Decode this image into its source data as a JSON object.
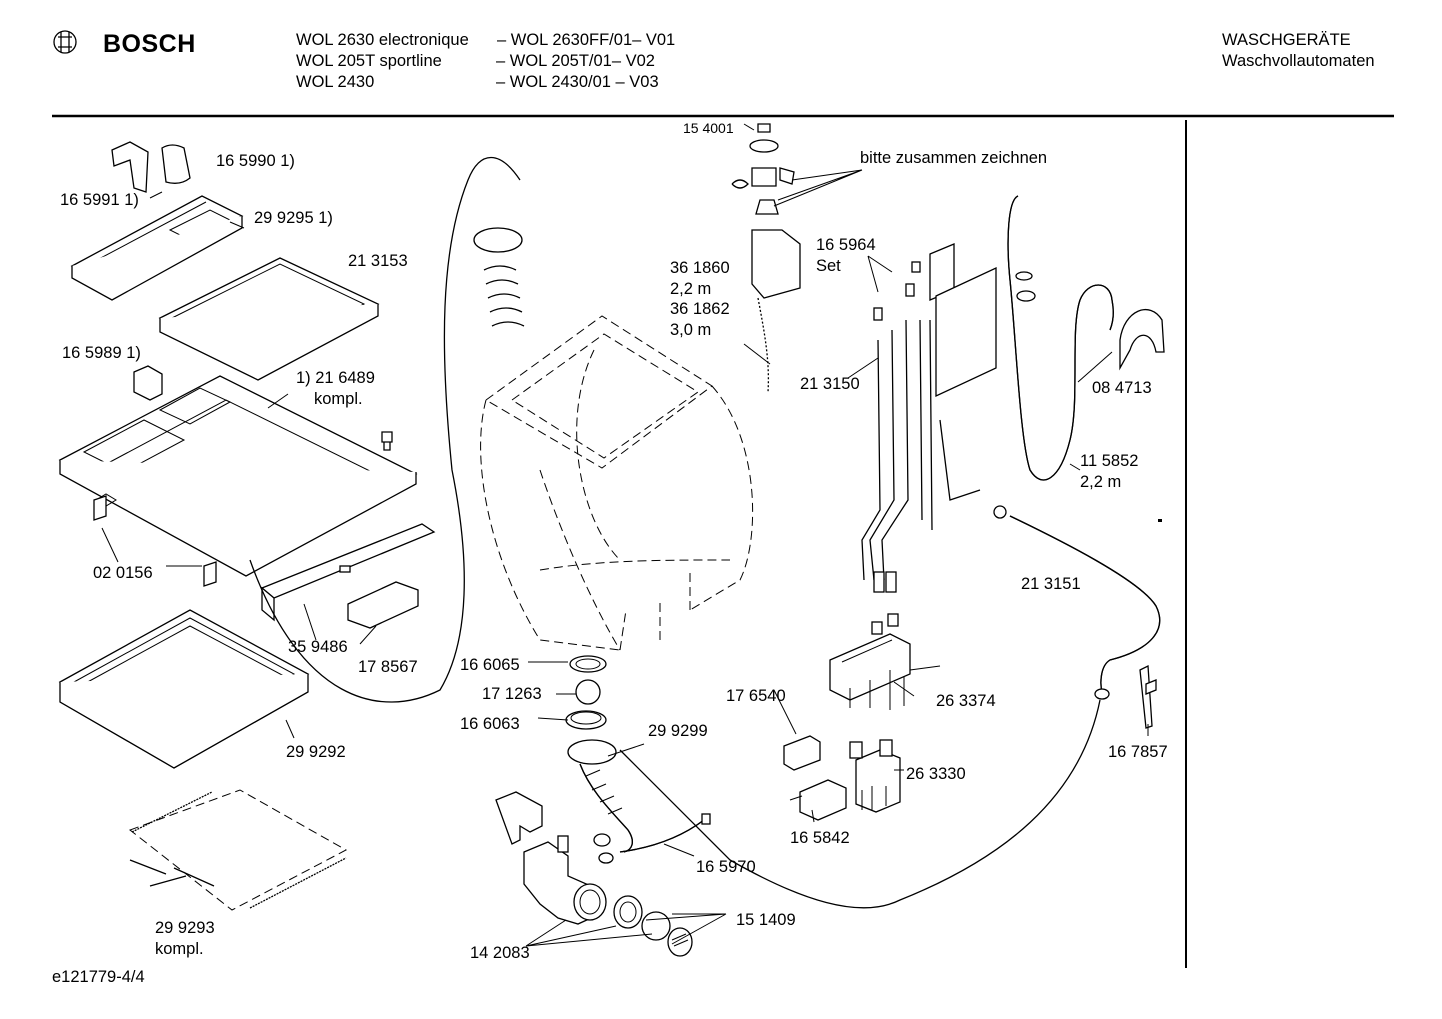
{
  "header": {
    "brand": "BOSCH",
    "models": [
      {
        "name": "WOL 2630 electronique",
        "code": "– WOL 2630FF/01– V01"
      },
      {
        "name": "WOL 205T sportline",
        "code": "– WOL 205T/01– V02"
      },
      {
        "name": "WOL 2430",
        "code": "– WOL 2430/01 – V03"
      }
    ],
    "category": "WASCHGERÄTE",
    "subcategory": "Waschvollautomaten"
  },
  "parts": {
    "p165990": "16 5990 1)",
    "p165991": "16 5991 1)",
    "p299295": "29 9295 1)",
    "p213153": "21 3153",
    "p165989": "16 5989 1)",
    "p216489": "1) 21 6489",
    "p216489_b": "kompl.",
    "p020156": "02 0156",
    "p359486": "35 9486",
    "p178567": "17 8567",
    "p299292": "29 9292",
    "p299293": "29 9293",
    "p299293_b": "kompl.",
    "p154001": "15 4001",
    "note": "bitte zusammen zeichnen",
    "p361860": "36 1860",
    "len1": "2,2 m",
    "p361862": "36 1862",
    "len2": "3,0 m",
    "p165964": "16 5964",
    "set": "Set",
    "p213150": "21 3150",
    "p084713": "08 4713",
    "p115852": "11 5852",
    "len3": "2,2 m",
    "p213151": "21 3151",
    "p166065": "16 6065",
    "p171263": "17 1263",
    "p166063": "16 6063",
    "p299299": "29 9299",
    "p176540": "17 6540",
    "p263374": "26 3374",
    "p263330": "26 3330",
    "p167857": "16 7857",
    "p165842": "16 5842",
    "p165970": "16 5970",
    "p151409": "15 1409",
    "p142083": "14 2083"
  },
  "footer": {
    "drawing_id": "e121779-4/4"
  }
}
